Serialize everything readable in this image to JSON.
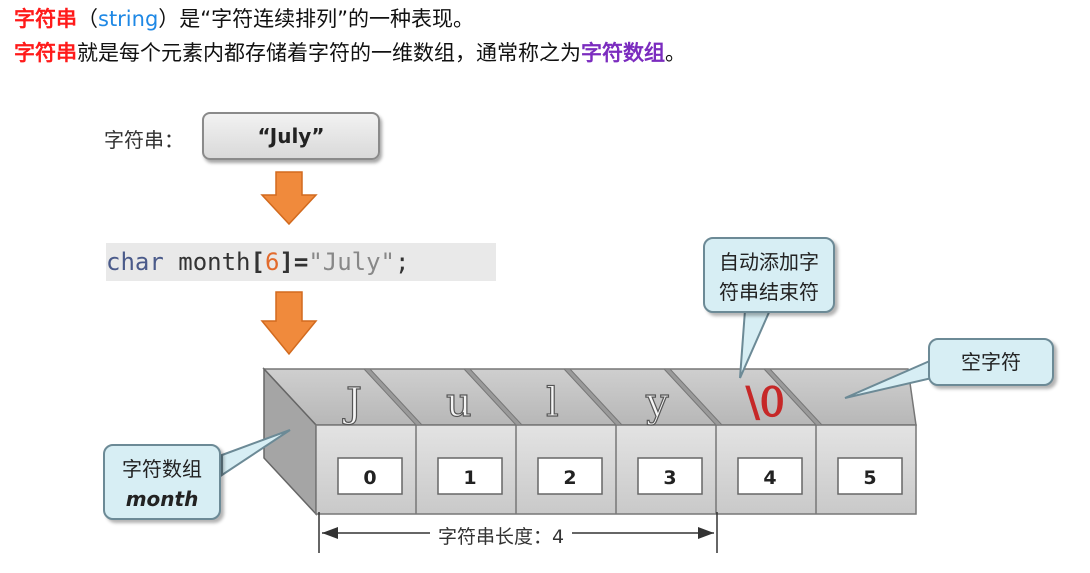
{
  "header": {
    "line1": {
      "term": "字符串",
      "paren_open": "（",
      "english": "string",
      "paren_close": "）",
      "rest": "是“字符连续排列”的一种表现。"
    },
    "line2": {
      "term": "字符串",
      "middle": "就是每个元素内都存储着字符的一维数组，通常称之为",
      "term2": "字符数组",
      "end": "。"
    }
  },
  "diagram": {
    "string_label": "字符串：",
    "string_value": "“July”",
    "code": {
      "type": "char",
      "name": " month",
      "lbracket": "[",
      "size": "6",
      "rbracket": "]",
      "equals": "=",
      "literal": "\"July\"",
      "semicolon": ";"
    },
    "callout_terminator": [
      "自动添加字",
      "符串结束符"
    ],
    "callout_null": "空字符",
    "callout_array": {
      "line1": "字符数组",
      "line2": "month"
    },
    "cells": [
      {
        "char": "J",
        "index": "0"
      },
      {
        "char": "u",
        "index": "1"
      },
      {
        "char": "l",
        "index": "2"
      },
      {
        "char": "y",
        "index": "3"
      },
      {
        "char": "\\0",
        "index": "4"
      },
      {
        "char": "",
        "index": "5"
      }
    ],
    "length_label": "字符串长度：4",
    "colors": {
      "arrow": "#f08a3c",
      "highlight_red": "#ff1a1a",
      "highlight_purple": "#7b2cbf",
      "english_blue": "#1e88e5",
      "null_char": "#c62828"
    }
  }
}
